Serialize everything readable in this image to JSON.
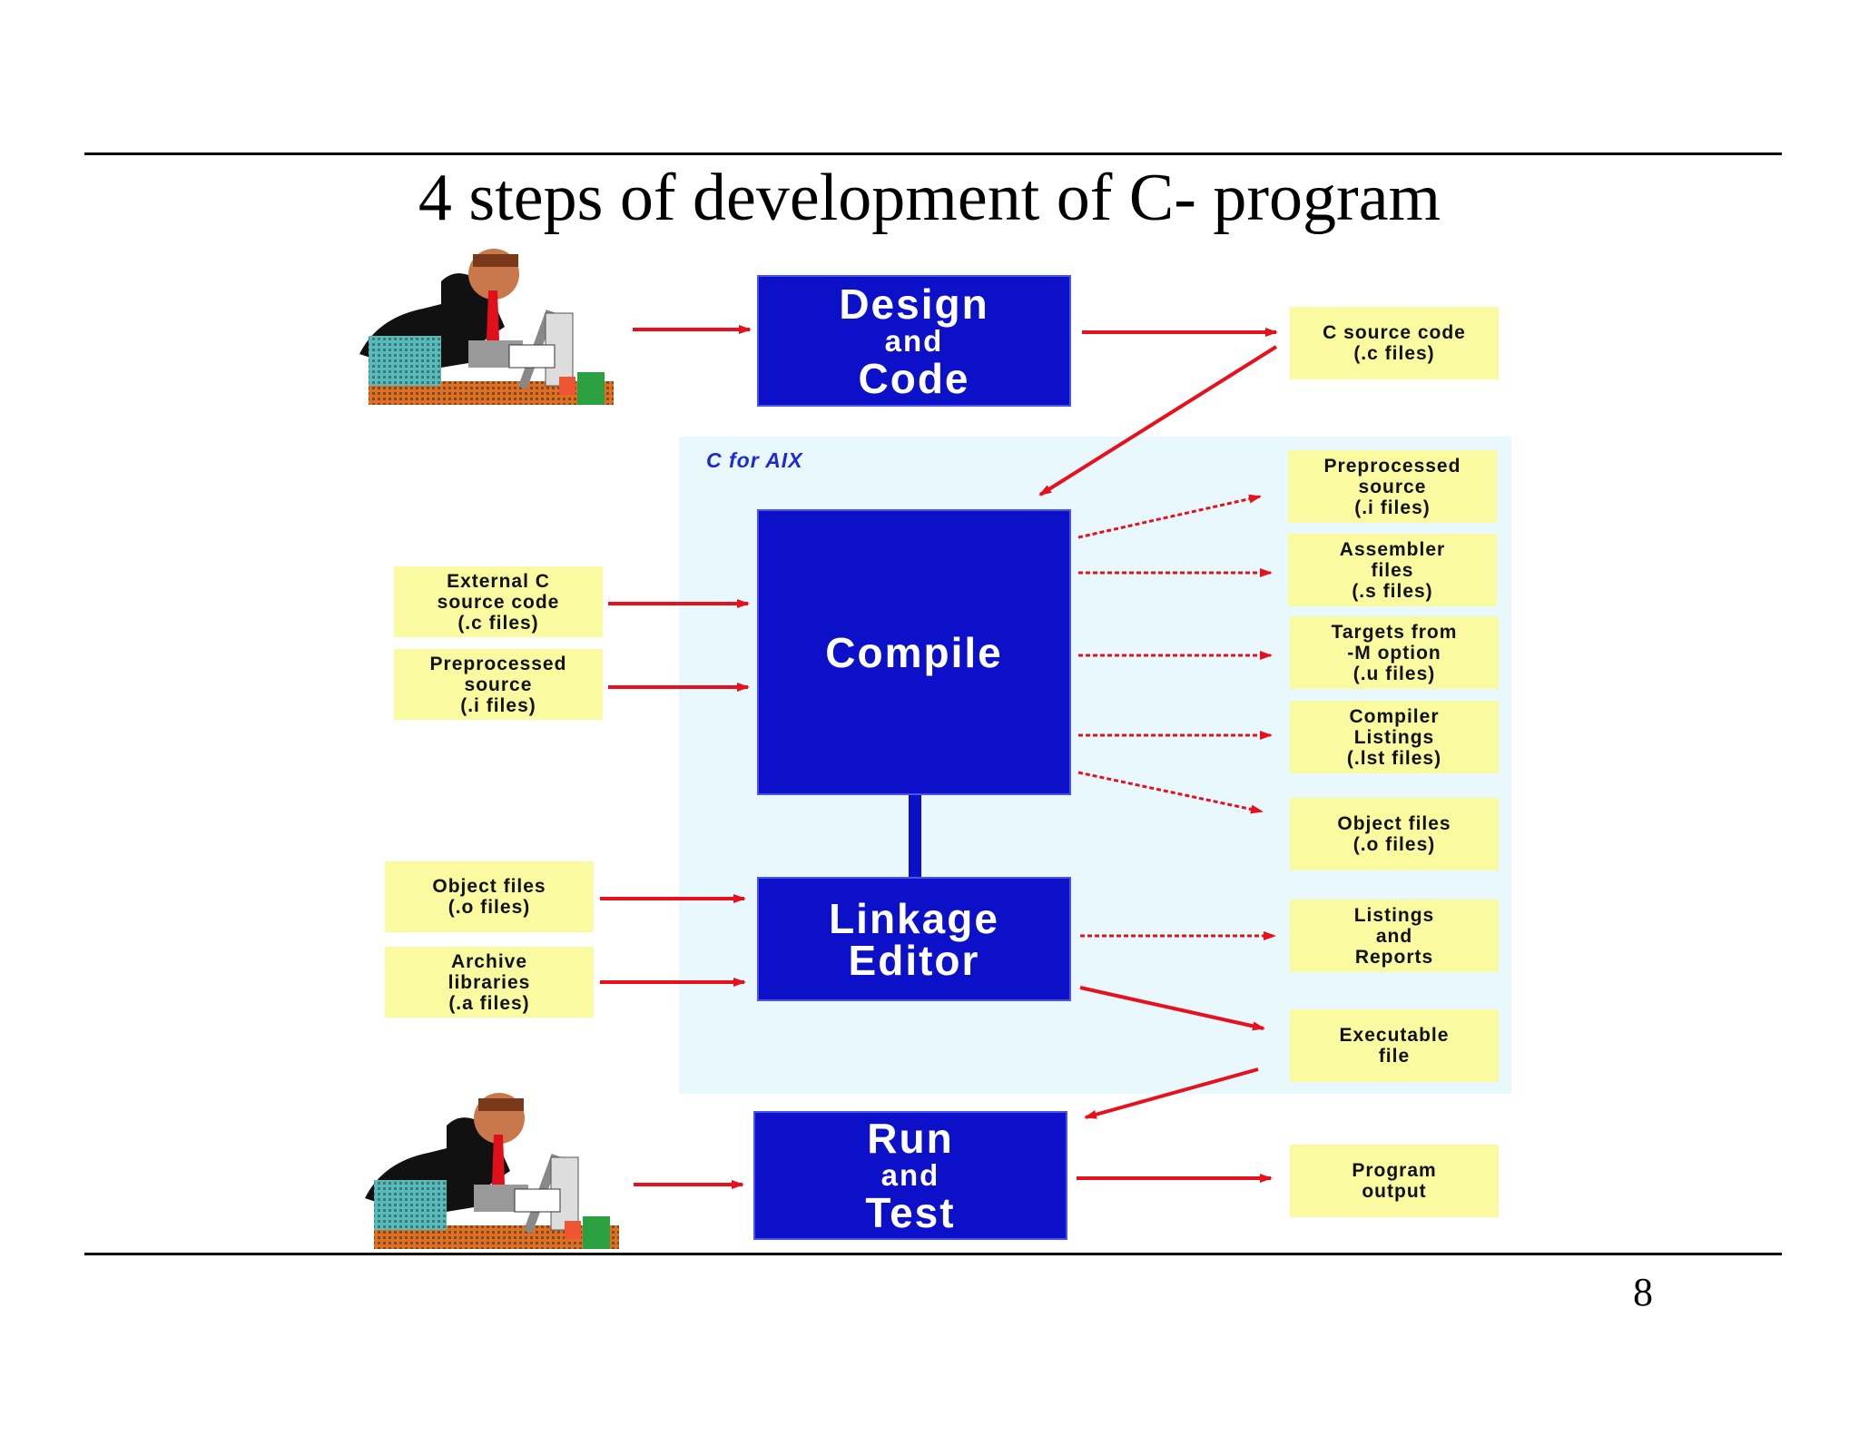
{
  "slide": {
    "title": "4 steps of development of C- program",
    "page_number": "8"
  },
  "panel": {
    "label": "C for AIX"
  },
  "steps": {
    "design": {
      "line1": "Design",
      "line2": "and",
      "line3": "Code"
    },
    "compile": {
      "label": "Compile"
    },
    "link": {
      "line1": "Linkage",
      "line2": "Editor"
    },
    "run": {
      "line1": "Run",
      "line2": "and",
      "line3": "Test"
    }
  },
  "inputs": {
    "external_c": "External C\nsource code\n(.c files)",
    "preprocessed": "Preprocessed\nsource\n(.i files)",
    "object_files": "Object files\n(.o files)",
    "archive_libraries": "Archive\nlibraries\n(.a files)"
  },
  "outputs": {
    "c_source": "C source code\n(.c files)",
    "preprocessed": "Preprocessed\nsource\n(.i files)",
    "assembler": "Assembler\nfiles\n(.s files)",
    "targets": "Targets from\n-M option\n(.u files)",
    "listings": "Compiler\nListings\n(.lst files)",
    "object": "Object files\n(.o files)",
    "reports": "Listings\nand\nReports",
    "executable": "Executable\nfile",
    "program_output": "Program\noutput"
  },
  "colors": {
    "step_box": "#0c10c9",
    "note": "#fafaa0",
    "panel": "#e8f8fc",
    "arrow": "#e8101c"
  },
  "icons": {
    "developer": "programmer-at-desk-icon"
  }
}
